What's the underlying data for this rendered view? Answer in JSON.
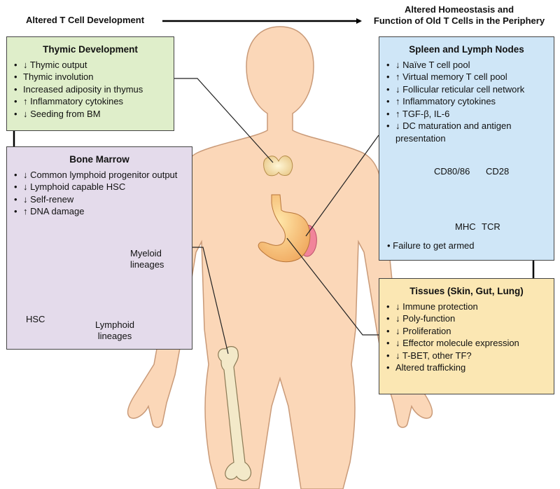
{
  "headers": {
    "left": "Altered T Cell Development",
    "right_line1": "Altered Homeostasis and",
    "right_line2": "Function of Old T Cells in the Periphery"
  },
  "thymic": {
    "title": "Thymic Development",
    "items": [
      "↓ Thymic output",
      "Thymic involution",
      "Increased adiposity in thymus",
      "↑ Inflammatory cytokines",
      "↓ Seeding from BM"
    ]
  },
  "marrow": {
    "title": "Bone Marrow",
    "items": [
      "↓ Common lymphoid progenitor output",
      "↓ Lymphoid capable HSC",
      "↓ Self-renew",
      "↑ DNA damage"
    ],
    "hsc": "HSC",
    "myeloid_1": "Myeloid",
    "myeloid_2": "lineages",
    "lymphoid_1": "Lymphoid",
    "lymphoid_2": "lineages"
  },
  "spleen": {
    "title": "Spleen and Lymph Nodes",
    "items": [
      "↓ Naïve T cell pool",
      "↑ Virtual memory T cell pool",
      "↓ Follicular reticular cell network",
      "↑ Inflammatory cytokines",
      "↑ TGF-β, IL-6",
      "↓ DC maturation and antigen presentation"
    ],
    "cd80": "CD80/86",
    "cd28": "CD28",
    "mhc": "MHC",
    "tcr": "TCR",
    "failure": "Failure to get armed"
  },
  "tissues": {
    "title": "Tissues (Skin, Gut, Lung)",
    "items": [
      "↓ Immune protection",
      "↓ Poly-function",
      "↓ Proliferation",
      "↓ Effector molecule expression",
      "↓ T-BET, other TF?",
      "Altered trafficking"
    ]
  },
  "colors": {
    "skin": "#fbd7b8",
    "skin_edge": "#c99a78",
    "green_box": "#dfeeca",
    "purple_box": "#e4dbeb",
    "blue_box": "#cfe6f7",
    "tan_box": "#fbe7b3",
    "inhibit": "#d23a3a"
  }
}
